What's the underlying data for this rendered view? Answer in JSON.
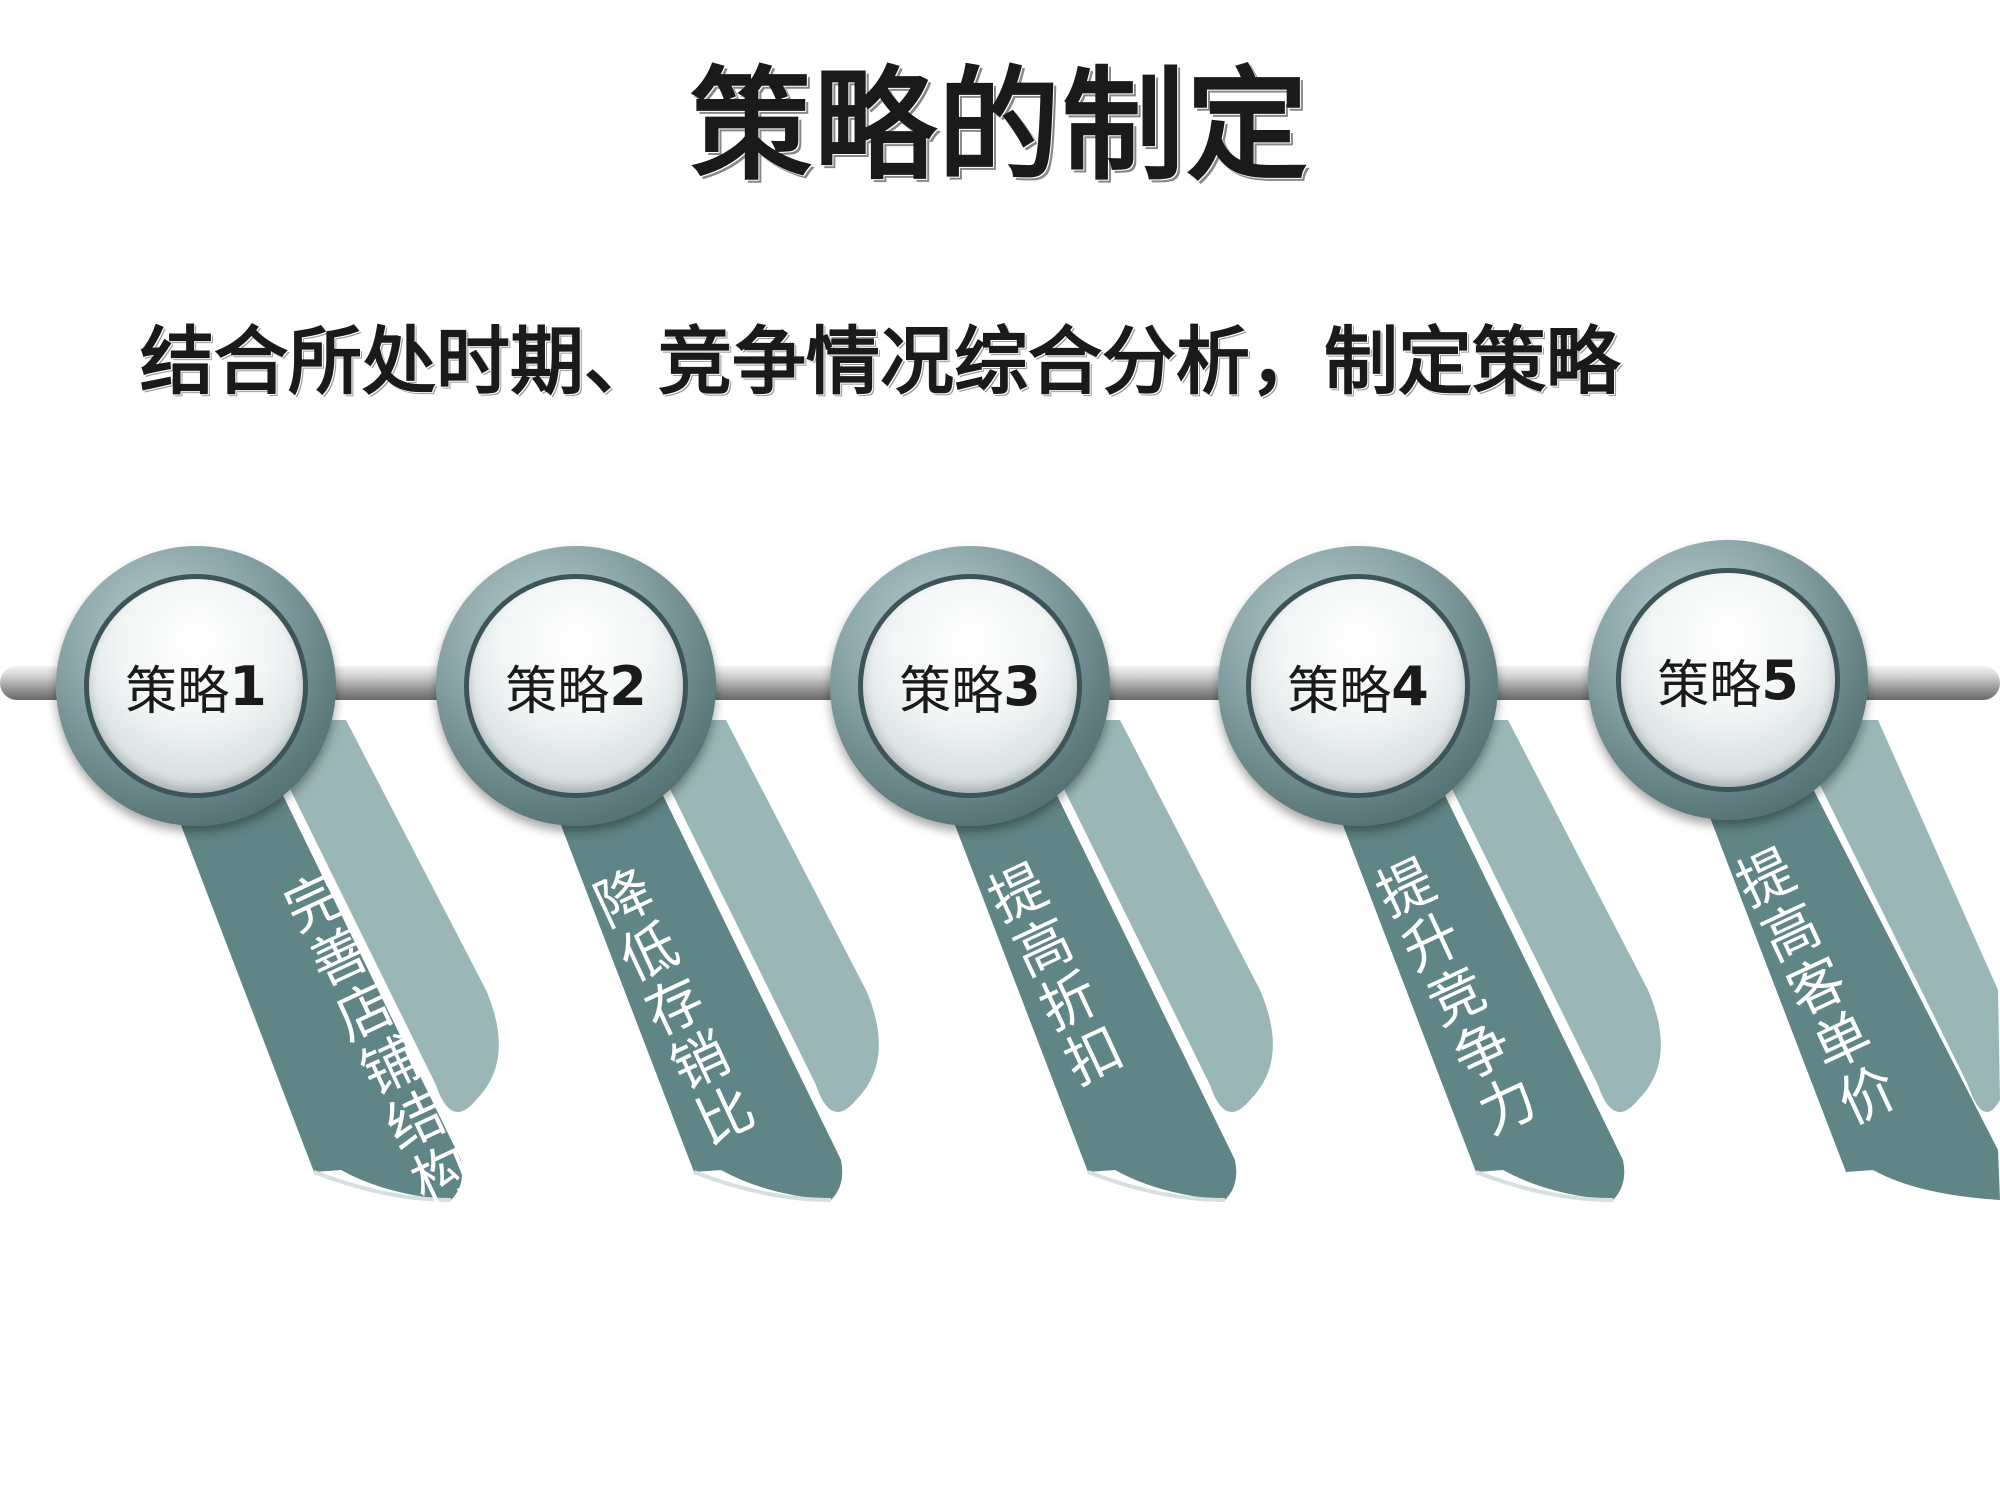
{
  "title": "策略的制定",
  "subtitle": "结合所处时期、竞争情况综合分析，制定策略",
  "strategies": [
    {
      "prefix": "策略",
      "num": "1",
      "text": "完善店铺结构"
    },
    {
      "prefix": "策略",
      "num": "2",
      "text": "降低存销比"
    },
    {
      "prefix": "策略",
      "num": "3",
      "text": "提高折扣"
    },
    {
      "prefix": "策略",
      "num": "4",
      "text": "提升竞争力"
    },
    {
      "prefix": "策略",
      "num": "5",
      "text": "提高客单价"
    }
  ],
  "colors": {
    "ribbon_dark": "#5f8586",
    "ribbon_light": "#9ab6b7",
    "badge_ring": "#6d8b8e",
    "rod": "#a9a9a9"
  }
}
